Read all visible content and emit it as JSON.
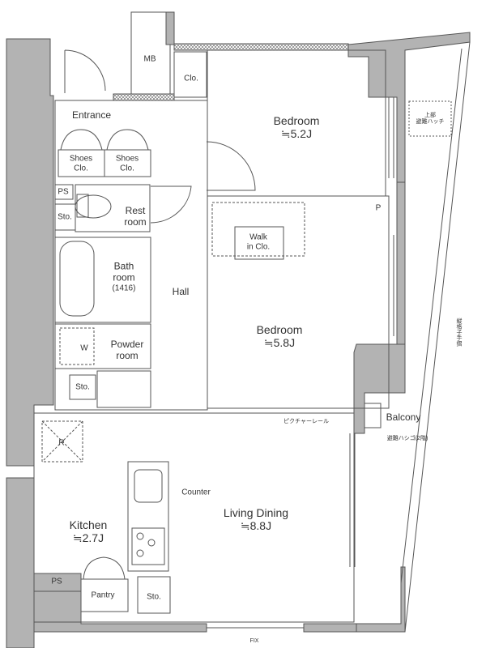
{
  "rooms": {
    "mb": "MB",
    "closet_top": "Clo.",
    "entrance": "Entrance",
    "bedroom1": {
      "name": "Bedroom",
      "size": "≒5.2J"
    },
    "hatch": {
      "line1": "上部",
      "line2": "避難ハッチ"
    },
    "shoes1": {
      "line1": "Shoes",
      "line2": "Clo."
    },
    "shoes2": {
      "line1": "Shoes",
      "line2": "Clo."
    },
    "ps_top": "PS",
    "sto_top": "Sto.",
    "restroom": {
      "line1": "Rest",
      "line2": "room"
    },
    "p_mark": "P",
    "walkin": {
      "line1": "Walk",
      "line2": "in Clo."
    },
    "bath": {
      "line1": "Bath",
      "line2": "room",
      "line3": "(1416)"
    },
    "hall": "Hall",
    "bedroom2": {
      "name": "Bedroom",
      "size": "≒5.8J"
    },
    "w_mark": "W",
    "powder": {
      "line1": "Powder",
      "line2": "room"
    },
    "railing": "縦格子手摺",
    "sto_mid": "Sto.",
    "balcony": "Balcony",
    "picture_rail": "ピクチャーレール",
    "ladder": "避難ハシゴ(2階)",
    "r_mark": "R",
    "counter": "Counter",
    "living": {
      "name": "Living Dining",
      "size": "≒8.8J"
    },
    "kitchen": {
      "name": "Kitchen",
      "size": "≒2.7J"
    },
    "ps_bottom": "PS",
    "pantry": "Pantry",
    "sto_bottom": "Sto.",
    "fix": "FIX"
  },
  "colors": {
    "wall": "#b3b3b3",
    "line": "#555555"
  }
}
